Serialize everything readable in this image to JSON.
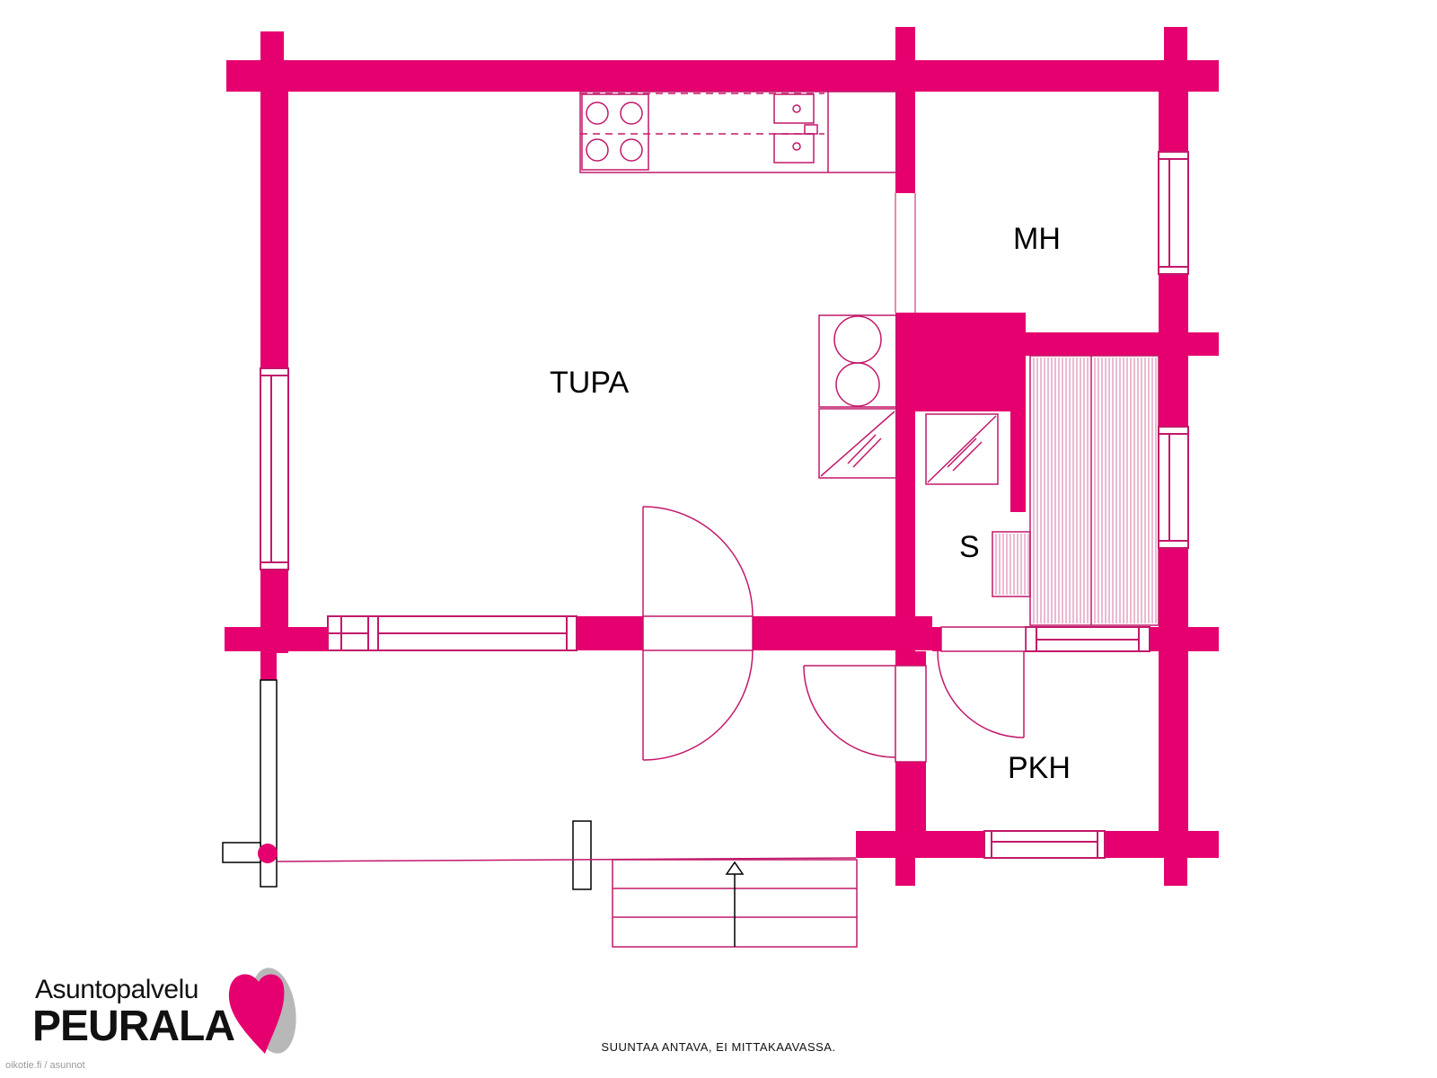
{
  "colors": {
    "wall": "#e6006f",
    "fixture": "#c2186a",
    "ink": "#000000",
    "logo_grey": "#b8b8b8"
  },
  "rooms": {
    "tupa": "TUPA",
    "mh": "MH",
    "s": "S",
    "pkh": "PKH"
  },
  "note": "SUUNTAA ANTAVA, EI MITTAKAAVASSA.",
  "logo": {
    "line1": "Asuntopalvelu",
    "line2": "PEURALA",
    "icon": "heart-icon"
  },
  "watermark": "oikotie.fi / asunnot"
}
